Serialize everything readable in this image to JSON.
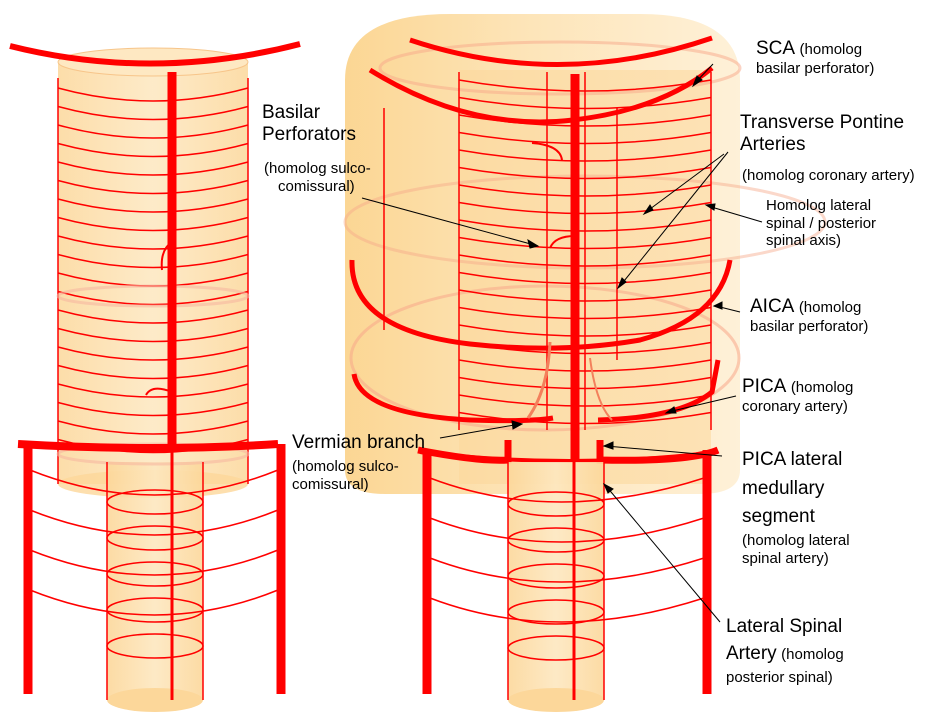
{
  "labels": {
    "basilar_perforators": {
      "title_line1": "Basilar",
      "title_line2": "Perforators",
      "note_line1": "(homolog sulco-",
      "note_line2": "comissural)"
    },
    "vermian_branch": {
      "title": "Vermian branch",
      "note_line1": "(homolog sulco-",
      "note_line2": "comissural)"
    },
    "sca": {
      "title": "SCA",
      "note_line1": "(homolog",
      "note_line2": "basilar perforator)"
    },
    "transverse_pontine": {
      "title_line1": "Transverse Pontine",
      "title_line2": "Arteries",
      "note": "(homolog coronary artery)"
    },
    "lateral_spinal_axis": {
      "line1": "Homolog lateral",
      "line2": "spinal / posterior",
      "line3": "spinal axis)"
    },
    "aica": {
      "title": "AICA",
      "note_line1": "(homolog",
      "note_line2": "basilar perforator)"
    },
    "pica": {
      "title": "PICA",
      "note_line1": "(homolog",
      "note_line2": "coronary artery)"
    },
    "pica_lateral_medullary": {
      "line1": "PICA lateral",
      "line2": "medullary",
      "line3": "segment",
      "note_line1": "(homolog lateral",
      "note_line2": "spinal artery)"
    },
    "lateral_spinal_artery": {
      "line1": "Lateral Spinal",
      "line2": "Artery",
      "note_line1": "(homolog",
      "note_line2": "posterior spinal)"
    }
  },
  "colors": {
    "artery": "#ff0000",
    "tissue": "#fde0a8",
    "tissue_outer": "#fbd38a",
    "faded_artery": "#f7a080",
    "text": "#000000"
  }
}
